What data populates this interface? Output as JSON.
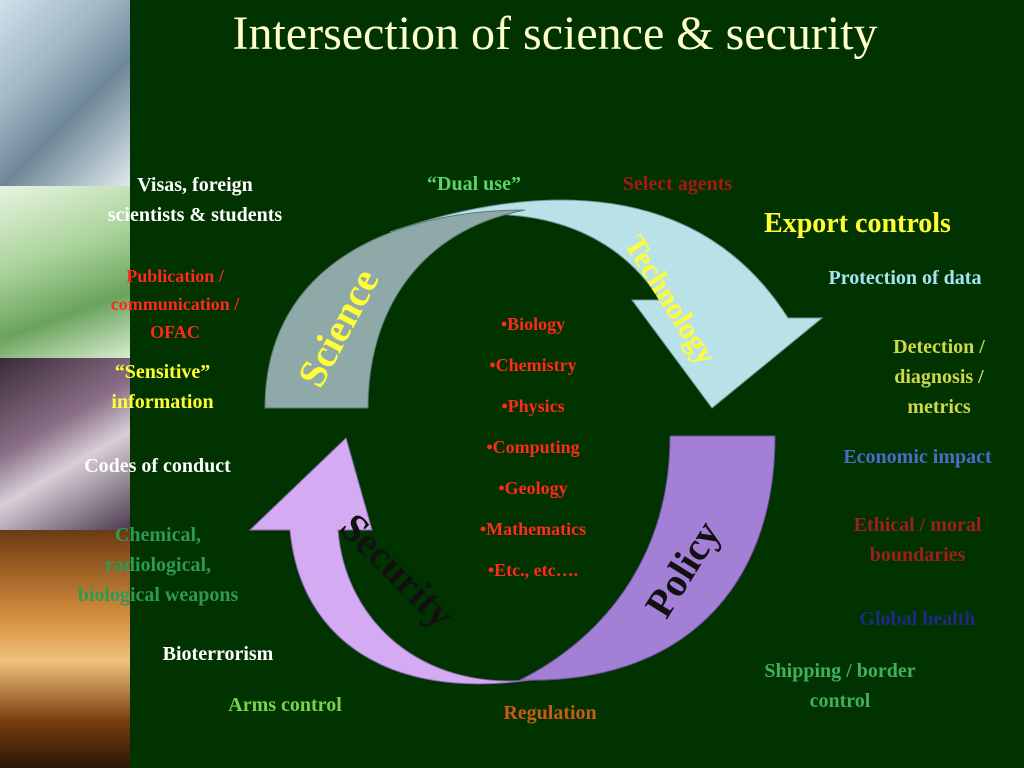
{
  "title": "Intersection of science & security",
  "fields": [
    "•Biology",
    "•Chemistry",
    "•Physics",
    "•Computing",
    "•Geology",
    "•Mathematics",
    "•Etc., etc…."
  ],
  "arrows": {
    "science": "Science",
    "technology": "Technology",
    "policy": "Policy",
    "security": "Security"
  },
  "labels": {
    "visas": [
      "Visas, foreign",
      "scientists & students"
    ],
    "dual_use": "“Dual use”",
    "select_agents": "Select agents",
    "export_controls": "Export controls",
    "publication": [
      "Publication /",
      "communication /",
      "OFAC"
    ],
    "protection_of_data": "Protection of data",
    "sensitive_information": [
      "“Sensitive”",
      "information"
    ],
    "detection": [
      "Detection /",
      "diagnosis /",
      "metrics"
    ],
    "codes_of_conduct": "Codes of conduct",
    "economic_impact": "Economic impact",
    "cbr_weapons": [
      "Chemical,",
      "radiological,",
      "biological weapons"
    ],
    "ethical_boundaries": [
      "Ethical / moral",
      "boundaries"
    ],
    "global_health": "Global health",
    "bioterrorism": "Bioterrorism",
    "shipping": [
      "Shipping / border",
      "control"
    ],
    "arms_control": "Arms control",
    "regulation": "Regulation"
  },
  "colors": {
    "background": "#013300",
    "title": "#ffffcc",
    "science_arrow": "#8fa9a9",
    "technology_arrow": "#b9e1e8",
    "policy_arrow": "#a37fd6",
    "security_arrow": "#d4aaf2",
    "arrow_text_yellow": "#ffff33",
    "arrow_text_dark": "#111111",
    "field_red": "#ff2a1a"
  }
}
